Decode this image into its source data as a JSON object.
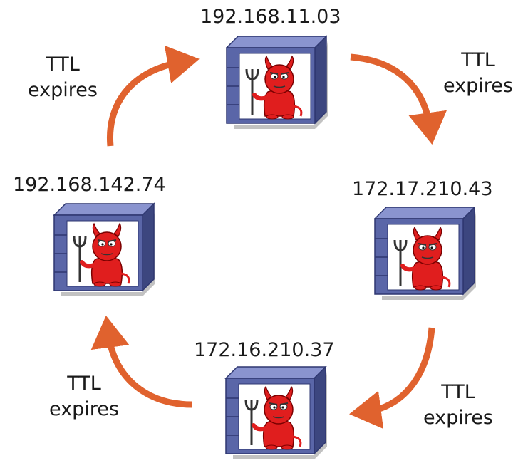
{
  "nodes": {
    "top": {
      "ip": "192.168.11.03"
    },
    "left": {
      "ip": "192.168.142.74"
    },
    "right": {
      "ip": "172.17.210.43"
    },
    "bottom": {
      "ip": "172.16.210.37"
    }
  },
  "arrow_labels": {
    "top_left": {
      "line1": "TTL",
      "line2": "expires"
    },
    "top_right": {
      "line1": "TTL",
      "line2": "expires"
    },
    "bottom_left": {
      "line1": "TTL",
      "line2": "expires"
    },
    "bottom_right": {
      "line1": "TTL",
      "line2": "expires"
    }
  },
  "colors": {
    "arrow": "#e0622e",
    "server_face": "#5a66a8",
    "server_dark": "#3c467f",
    "daemon": "#e01e1e"
  },
  "icons": {
    "server": "server-rack-icon",
    "daemon": "bsd-daemon-icon"
  }
}
